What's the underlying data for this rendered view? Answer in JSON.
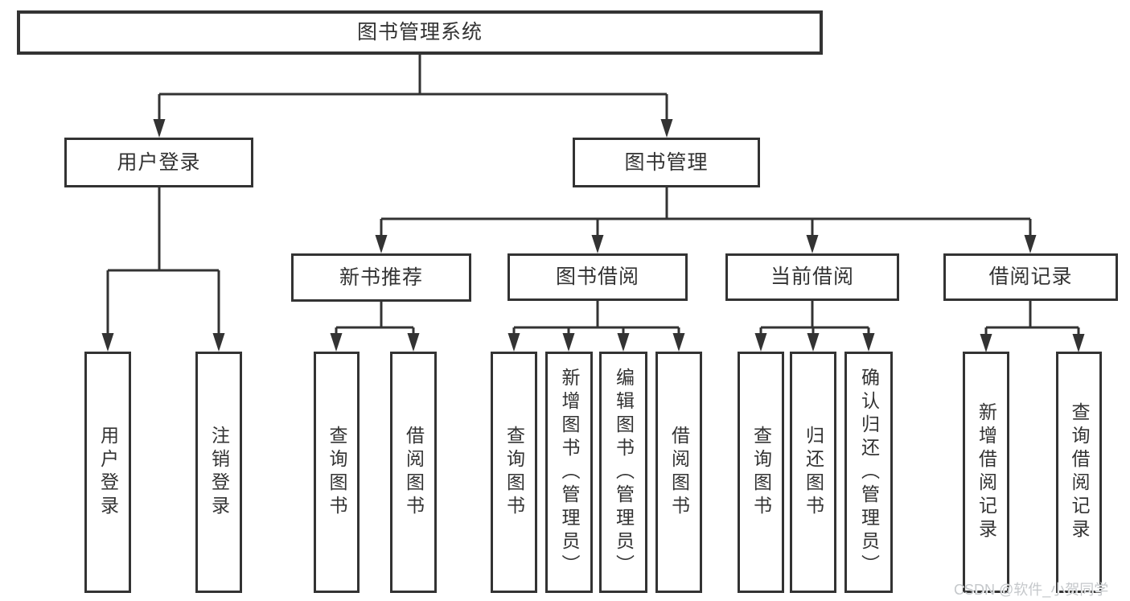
{
  "nodes": {
    "root": "图书管理系统",
    "level2": [
      "用户登录",
      "图书管理"
    ],
    "level3": [
      "新书推荐",
      "图书借阅",
      "当前借阅",
      "借阅记录"
    ],
    "leaves": {
      "user_login": [
        "用户登录",
        "注销登录"
      ],
      "new_book": [
        "查询图书",
        "借阅图书"
      ],
      "book_borrow": [
        "查询图书",
        "新增图书（管理员）",
        "编辑图书（管理员）",
        "借阅图书"
      ],
      "current_borrow": [
        "查询图书",
        "归还图书",
        "确认归还（管理员）"
      ],
      "borrow_record": [
        "新增借阅记录",
        "查询借阅记录"
      ]
    }
  },
  "watermark": "CSDN @软件_小贺同学",
  "colors": {
    "line": "#333333",
    "text": "#333333",
    "background": "#ffffff",
    "watermark": "#c5c8cb"
  }
}
